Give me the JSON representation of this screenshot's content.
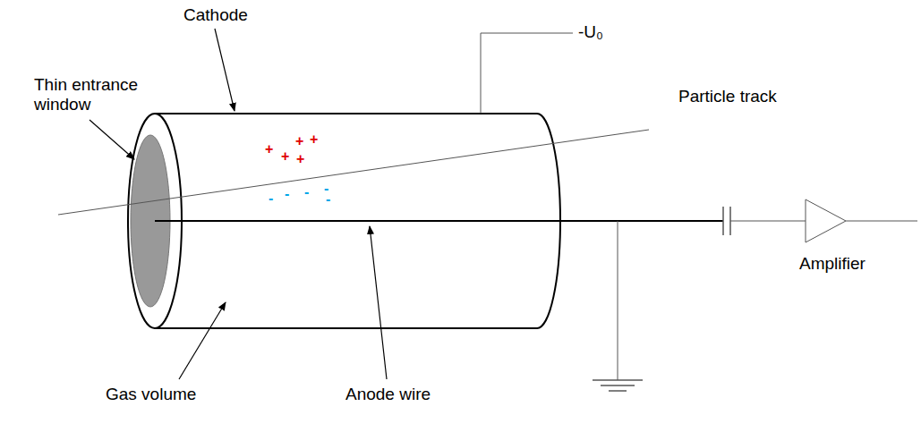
{
  "diagram": {
    "labels": [
      "Cathode",
      "-U₀",
      "Thin entrance window",
      "Particle track",
      "+",
      "+",
      "+",
      "+",
      "+",
      "-",
      "-",
      "-",
      "-",
      "-",
      "Amplifier",
      "Gas volume",
      "Anode wire"
    ]
  }
}
